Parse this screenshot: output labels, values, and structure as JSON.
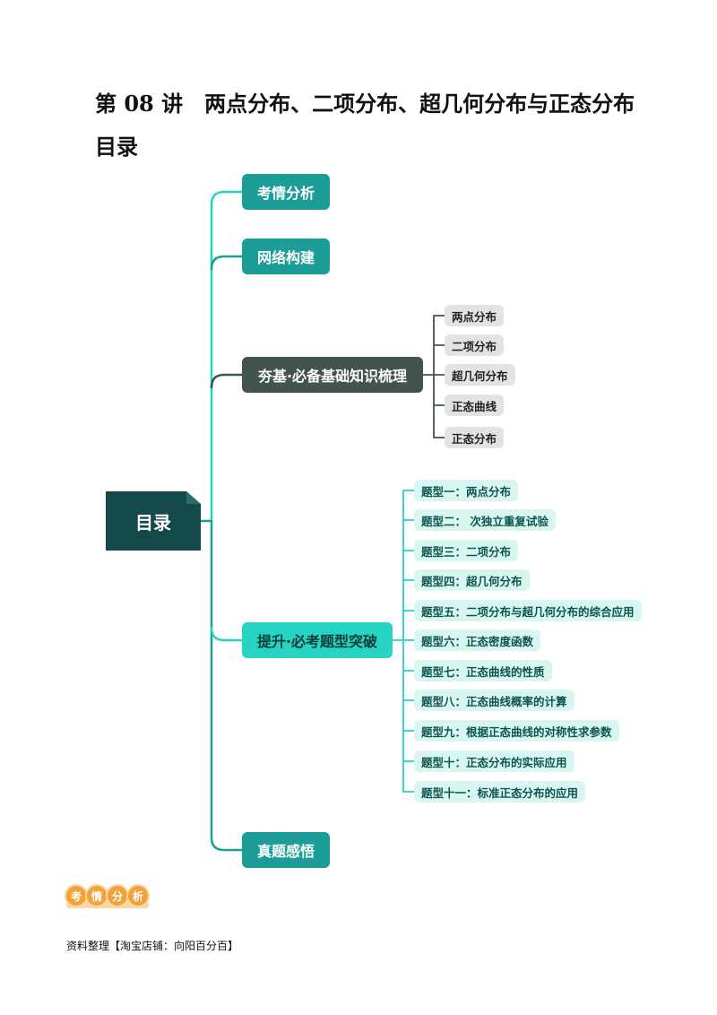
{
  "title": "第 08 讲　两点分布、二项分布、超几何分布与正态分布",
  "toc_heading": "目录",
  "mindmap": {
    "root": "目录",
    "branches": [
      {
        "label": "考情分析"
      },
      {
        "label": "网络构建"
      },
      {
        "label": "夯基·必备基础知识梳理",
        "children": [
          "两点分布",
          "二项分布",
          "超几何分布",
          "正态曲线",
          "正态分布"
        ]
      },
      {
        "label": "提升·必考题型突破",
        "children": [
          {
            "prefix": "题型一：",
            "text": "两点分布"
          },
          {
            "prefix": "题型二：",
            "text": " 次独立重复试验"
          },
          {
            "prefix": "题型三：",
            "text": "二项分布"
          },
          {
            "prefix": "题型四：",
            "text": "超几何分布"
          },
          {
            "prefix": "题型五：",
            "text": "二项分布与超几何分布的综合应用"
          },
          {
            "prefix": "题型六：",
            "text": "正态密度函数"
          },
          {
            "prefix": "题型七：",
            "text": "正态曲线的性质"
          },
          {
            "prefix": "题型八：",
            "text": "正态曲线概率的计算"
          },
          {
            "prefix": "题型九：",
            "text": "根据正态曲线的对称性求参数"
          },
          {
            "prefix": "题型十：",
            "text": "正态分布的实际应用"
          },
          {
            "prefix": "题型十一：",
            "text": "标准正态分布的应用"
          }
        ]
      },
      {
        "label": "真题感悟"
      }
    ]
  },
  "section_badge": [
    "考",
    "情",
    "分",
    "析"
  ],
  "footer": "资料整理【淘宝店铺：向阳百分百】",
  "colors": {
    "teal": "#1d9d98",
    "mint": "#27d3c1",
    "dark": "#435350",
    "root": "#154848",
    "badge": "#f0a33a"
  }
}
